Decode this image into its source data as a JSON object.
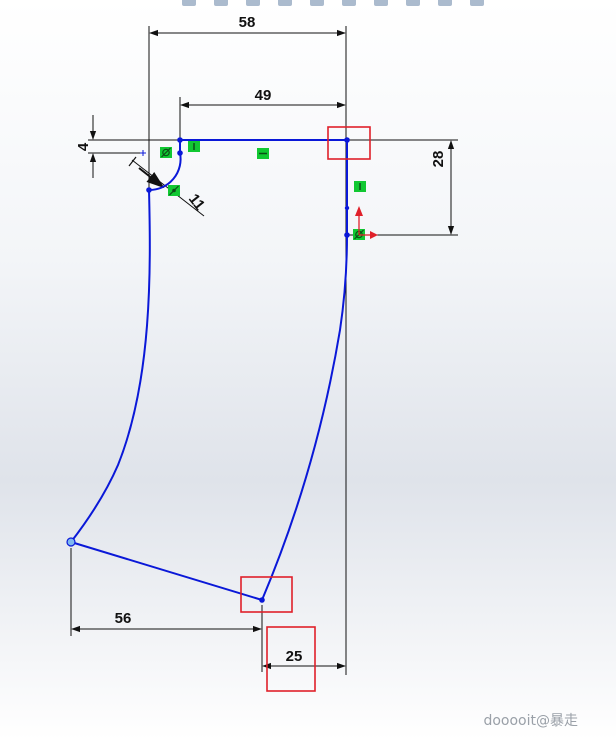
{
  "toolbar": {
    "icons": [
      "rotate-icon",
      "pan-icon",
      "zoom-icon",
      "view-orient-icon",
      "section-icon",
      "display-style-icon",
      "hide-show-icon",
      "appearance-icon",
      "scene-icon",
      "view-settings-icon"
    ]
  },
  "dimensions": {
    "width_total": "58",
    "width_top": "49",
    "offset_small": "4",
    "radius": "11",
    "height_right": "28",
    "bottom_left": "56",
    "bottom_right": "25"
  },
  "relations": {
    "horizontal": "horizontal-relation-icon",
    "vertical": "vertical-relation-icon",
    "tangent": "tangent-relation-icon",
    "fixed": "fixed-relation-icon",
    "coincident": "coincident-relation-icon"
  },
  "colors": {
    "sketch_line": "#0a18d8",
    "dimension_line": "#111111",
    "relation_green": "#11c832",
    "highlight_red": "#e0202a",
    "origin_red": "#e0202a"
  },
  "watermark": "dooooit@暴走"
}
